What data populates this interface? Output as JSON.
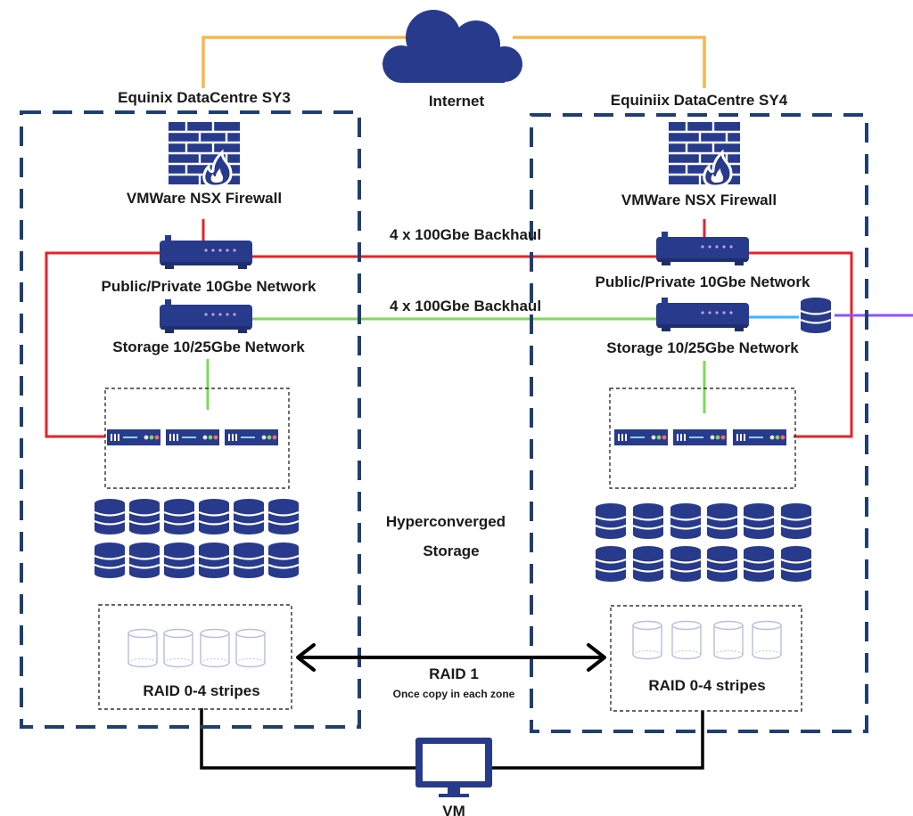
{
  "internet": {
    "label": "Internet"
  },
  "zones": [
    {
      "title": "Equinix DataCentre SY3",
      "firewall_label": "VMWare NSX Firewall",
      "public_network_label": "Public/Private 10Gbe Network",
      "storage_network_label": "Storage 10/25Gbe Network",
      "raid_label": "RAID 0-4 stripes"
    },
    {
      "title": "Equiniix DataCentre SY4",
      "firewall_label": "VMWare NSX Firewall",
      "public_network_label": "Public/Private 10Gbe Network",
      "storage_network_label": "Storage 10/25Gbe Network",
      "raid_label": "RAID 0-4 stripes"
    }
  ],
  "links": {
    "backhaul_public": "4 x 100Gbe Backhaul",
    "backhaul_storage": "4 x 100Gbe Backhaul"
  },
  "center": {
    "hci_line1": "Hyperconverged",
    "hci_line2": "Storage",
    "raid1_label": "RAID 1",
    "raid1_sub": "Once copy in each zone"
  },
  "vm": {
    "label": "VM"
  },
  "colors": {
    "navy": "#283a8c",
    "zone_border": "#1f3f73",
    "internet_line": "#f9b54b",
    "public_line": "#e8202a",
    "storage_line": "#7ed957",
    "external_storage_line": "#38b6ff",
    "external_link": "#8c52ff",
    "vm_line": "#000000"
  },
  "icons": {
    "cloud": "cloud-icon",
    "firewall": "firewall-icon",
    "switch": "network-switch-icon",
    "server": "rack-server-icon",
    "disk": "database-disk-icon",
    "stripe": "raid-stripe-disk-icon",
    "monitor": "vm-monitor-icon"
  }
}
